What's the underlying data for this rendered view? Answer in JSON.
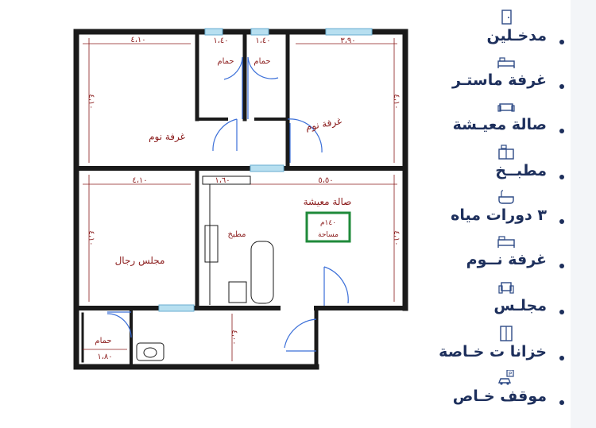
{
  "colors": {
    "wall": "#1a1a1a",
    "dimension_text": "#8b1c1c",
    "window": "#b7dff0",
    "door": "#3b6fd8",
    "area_box_border": "#1f8a3a",
    "feature_text": "#1d2f5c",
    "icon": "#2d4a86"
  },
  "plan": {
    "rooms": {
      "bedroom_left": "غرفة نوم",
      "bedroom_right": "غرفة نوم",
      "bath_1": "حمام",
      "bath_2": "حمام",
      "bath_3": "حمام",
      "living": "صالة معيشة",
      "kitchen": "مطبخ",
      "majlis": "مجلس رجال"
    },
    "dimensions": {
      "d1": "٤،١٠",
      "d2": "١،٤٠",
      "d3": "١،٤٠",
      "d4": "٣،٩٠",
      "d5": "٤،١٠",
      "d6": "٤،١٠",
      "d7": "٤،١٠",
      "d8": "١،٦٠",
      "d9": "٥،٥٠",
      "d10": "٤،١٠",
      "d11": "٤،١٠",
      "d12": "١،٨٠",
      "d13": "٤،٠٠"
    },
    "area_box": {
      "value": "١٤٠م",
      "label": "مساحة"
    }
  },
  "features": [
    {
      "icon": "entrance-door-icon",
      "label": "مدخـلين"
    },
    {
      "icon": "master-bed-icon",
      "label": "غرفة ماستـر"
    },
    {
      "icon": "sofa-icon",
      "label": "صالة معيـشة"
    },
    {
      "icon": "kitchen-icon",
      "label": "مطبــخ"
    },
    {
      "icon": "bathtub-icon",
      "label": "٣ دورات مياه"
    },
    {
      "icon": "bed-icon",
      "label": "غرفة نــوم"
    },
    {
      "icon": "armchair-icon",
      "label": "مجلـس"
    },
    {
      "icon": "wardrobe-icon",
      "label": "خزانا ت خـاصة"
    },
    {
      "icon": "parking-icon",
      "label": "موقف خـاص"
    }
  ]
}
